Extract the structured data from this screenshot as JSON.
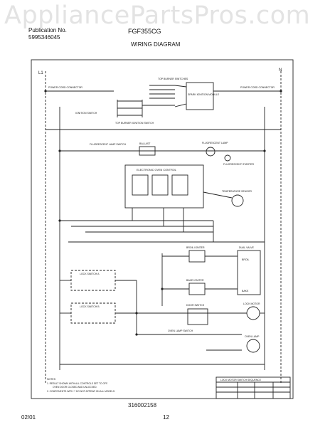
{
  "watermark": "AppliancePartsPros.com",
  "header": {
    "publication_label": "Publication No.",
    "publication_number": "5995346045",
    "model": "FGF355CG",
    "title": "WIRING DIAGRAM"
  },
  "diagram": {
    "line_l1": "L1",
    "line_n": "N",
    "power_cord_left": "POWER CORD CONNECTOR",
    "power_cord_right": "POWER CORD CONNECTOR",
    "ignition_switch": "IGNITION SWITCH",
    "top_burner_switches": "TOP BURNER SWITCHES",
    "top_burner_ignition": "TOP BURNER IGNITION SWITCH",
    "spark_module": "SPARK IGNITION MODULE",
    "fluorescent_lamp_switch": "FLUORESCENT LAMP SWITCH",
    "ballast": "BALLAST",
    "fluorescent_lamp": "FLUORESCENT LAMP",
    "fluorescent_starter": "FLUORESCENT STARTER",
    "electronic_oven_control": "ELECTRONIC OVEN CONTROL",
    "temperature_sensor": "TEMPERATURE SENSOR",
    "broil_igniter": "BROIL IGNITER",
    "dual_valve": "DUAL VALVE",
    "broil": "BROIL",
    "bake": "BAKE",
    "bake_igniter": "BAKE IGNITER",
    "lock_switch_a": "LOCK SWITCH A",
    "lock_switch_b": "LOCK SWITCH B",
    "door_switch": "DOOR SWITCH",
    "lock_motor": "LOCK MOTOR",
    "oven_lamp_switch": "OVEN LAMP SWITCH",
    "oven_lamp": "OVEN LAMP",
    "notes_title": "NOTES",
    "note_1": "1. RESULT SHOWN WITH ALL CONTROLS SET TO OFF.",
    "note_1b": "OVEN DOOR CLOSED AND UNLOCKED.",
    "note_2": "2. COMPONENTS WITH ** DO NOT APPEAR ON ALL MODELS.",
    "table_title": "LOCK MOTOR SWITCH SEQUENCE",
    "drawing_number": "316002158"
  },
  "footer": {
    "date": "02/01",
    "page": "12"
  }
}
